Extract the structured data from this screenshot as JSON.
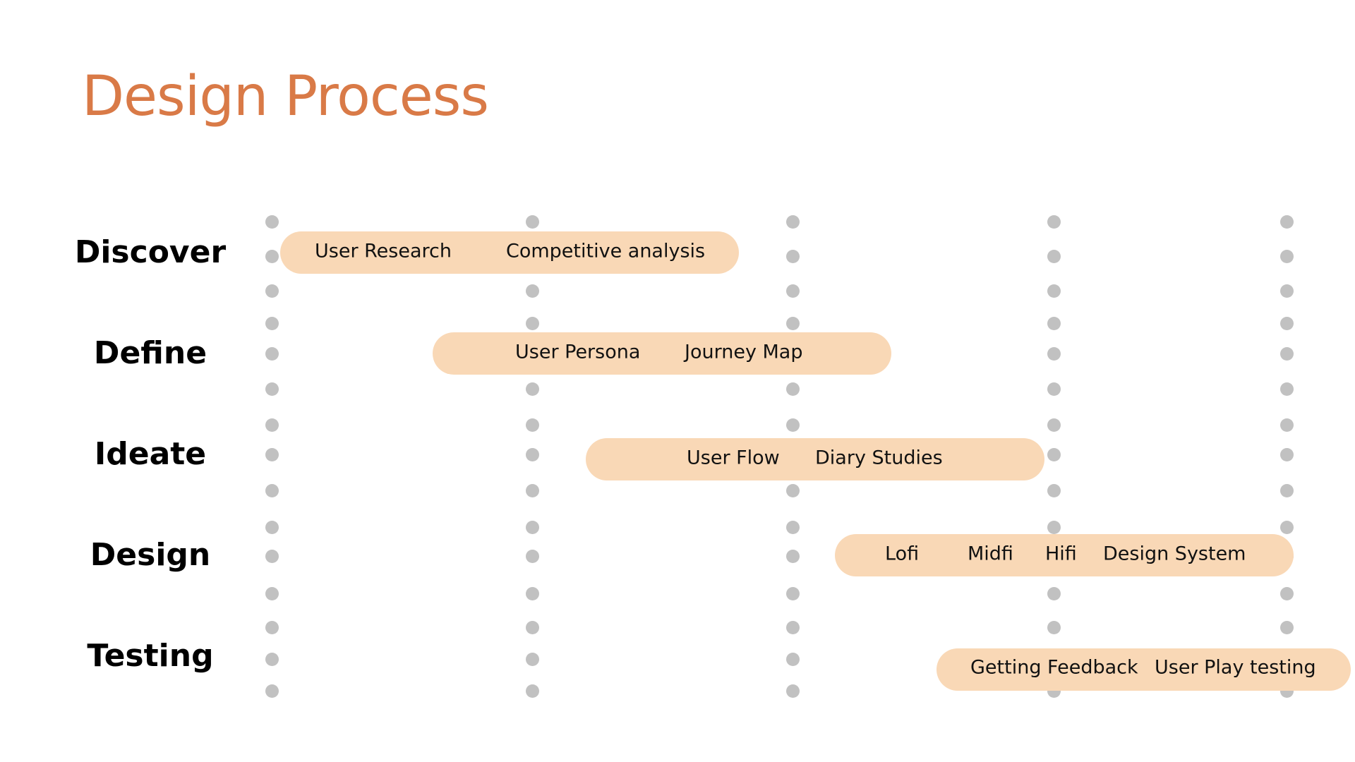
{
  "title": "Design Process",
  "colors": {
    "title": "#D97A47",
    "bar": "#F9D8B6",
    "dot": "#C1C1C1",
    "text": "#000000"
  },
  "stages": [
    {
      "label": "Discover",
      "tasks": [
        "User Research",
        "Competitive analysis"
      ]
    },
    {
      "label": "Define",
      "tasks": [
        "User Persona",
        "Journey Map"
      ]
    },
    {
      "label": "Ideate",
      "tasks": [
        "User Flow",
        "Diary Studies"
      ]
    },
    {
      "label": "Design",
      "tasks": [
        "Lofi",
        "Midfi",
        "Hifi",
        "Design System"
      ]
    },
    {
      "label": "Testing",
      "tasks": [
        "Getting Feedback",
        "User Play testing"
      ]
    }
  ]
}
